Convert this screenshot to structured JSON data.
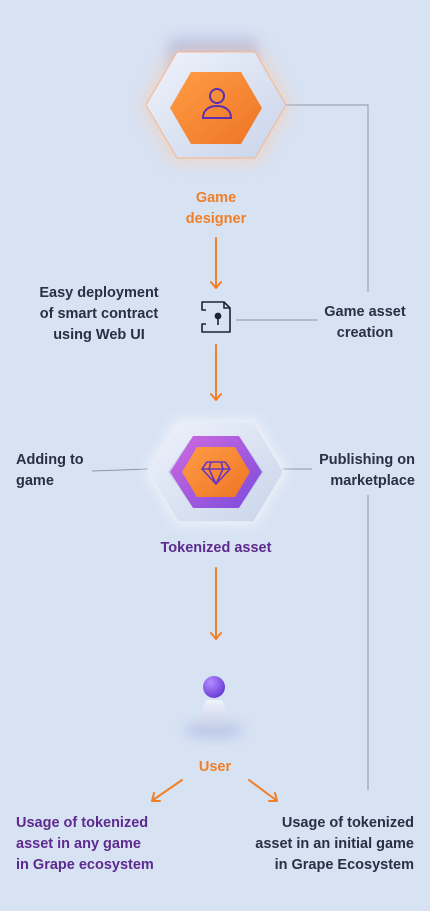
{
  "nodes": {
    "game_designer": "Game\ndesigner",
    "tokenized_asset": "Tokenized asset",
    "user": "User"
  },
  "labels": {
    "easy_deployment": "Easy deployment\nof smart contract\nusing Web UI",
    "game_asset_creation": "Game asset\ncreation",
    "adding_to_game": "Adding to\ngame",
    "publishing": "Publishing on\nmarketplace",
    "usage_any_game": "Usage of tokenized\nasset in any game\nin Grape ecosystem",
    "usage_initial_game": "Usage of tokenized\nasset in an initial game\nin Grape Ecosystem"
  },
  "icons": {
    "designer": "user-icon",
    "contract": "smart-contract-icon",
    "asset": "diamond-icon",
    "player": "player-pawn-icon"
  },
  "colors": {
    "background": "#d7e2f3",
    "orange": "#f07f25",
    "purple": "#5d2a8e",
    "text": "#2a2f45",
    "line": "#8d96a8"
  }
}
